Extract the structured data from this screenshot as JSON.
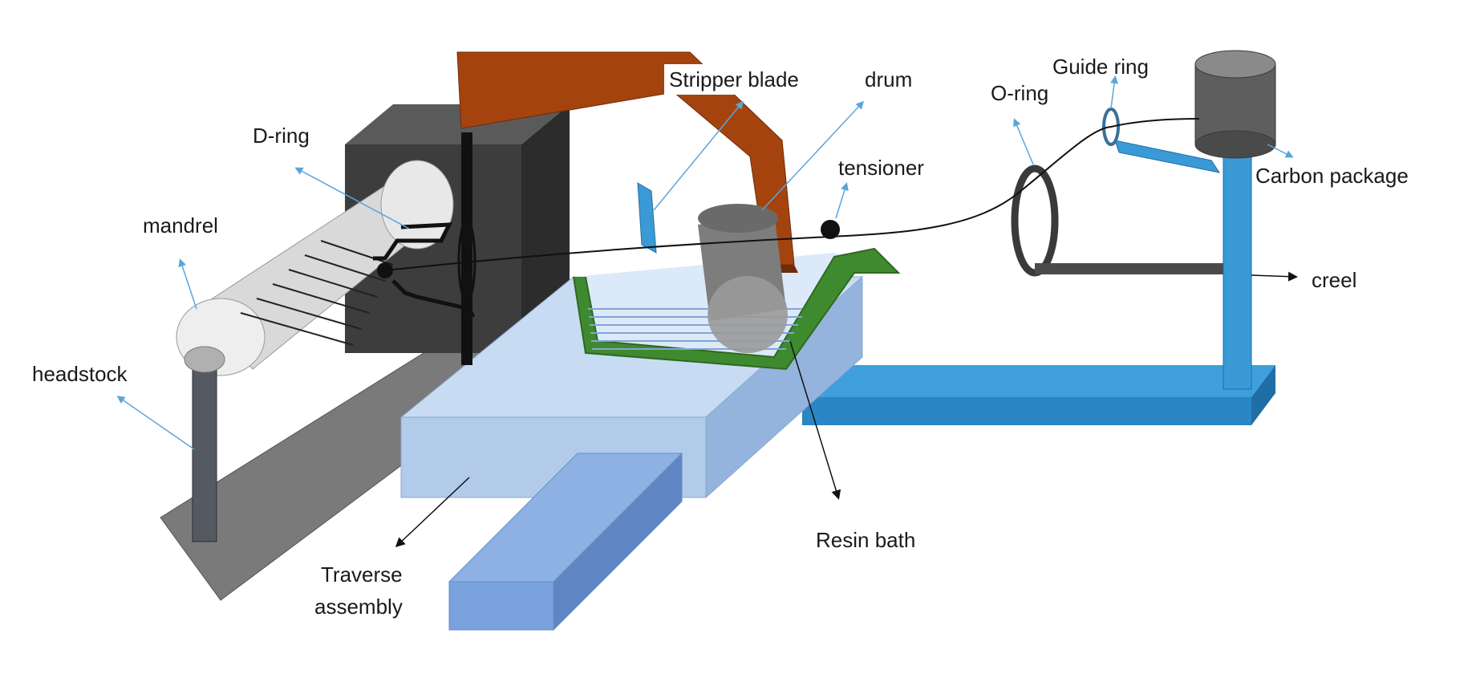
{
  "labels": {
    "stripper_blade": "Stripper blade",
    "drum": "drum",
    "guide_ring": "Guide ring",
    "o_ring": "O-ring",
    "d_ring": "D-ring",
    "tensioner": "tensioner",
    "carbon_package": "Carbon package",
    "mandrel": "mandrel",
    "creel": "creel",
    "headstock": "headstock",
    "resin_bath": "Resin bath",
    "traverse_line1": "Traverse",
    "traverse_line2": "assembly"
  },
  "colors": {
    "gray_floor": "#7a7a7a",
    "dark_box": "#3d3d3d",
    "stripper_arm": "#a5430f",
    "resin_bath_green": "#3f8a2f",
    "traverse_light": "#b7cfee",
    "creel_blue": "#3a9ad6",
    "pointer_blue": "#5aa5dc",
    "pointer_black": "#111111"
  }
}
